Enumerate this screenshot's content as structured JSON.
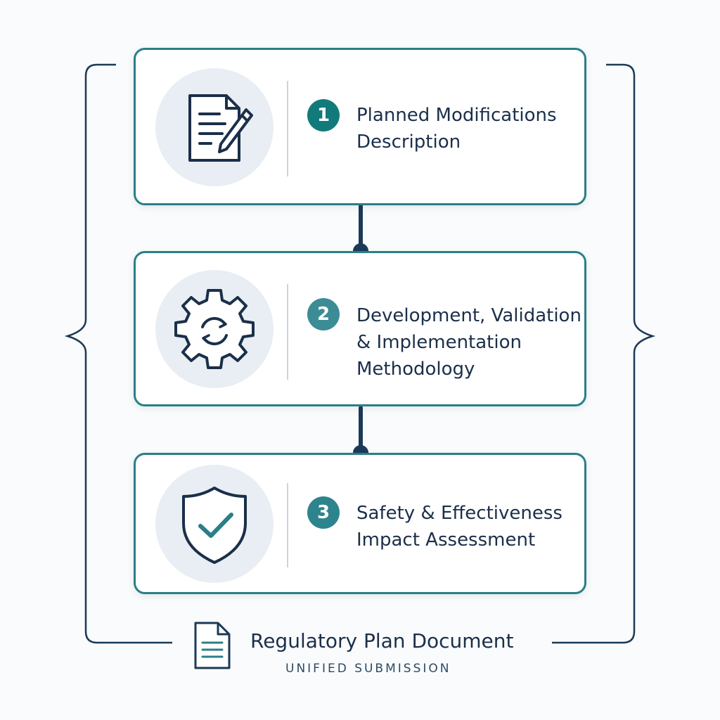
{
  "steps": [
    {
      "number": "1",
      "title": "Planned Modifications\nDescription",
      "icon": "document-edit-icon"
    },
    {
      "number": "2",
      "title": "Development, Validation\n& Implementation\nMethodology",
      "icon": "gear-cycle-icon"
    },
    {
      "number": "3",
      "title": "Safety & Effectiveness\nImpact Assessment",
      "icon": "shield-check-icon"
    }
  ],
  "footer": {
    "title": "Regulatory Plan Document",
    "subtitle": "UNIFIED SUBMISSION",
    "icon": "document-icon"
  },
  "colors": {
    "card_border": "#2a7f88",
    "connector": "#1b3a57",
    "text": "#1b2f4a",
    "accent_teal": "#137a7b",
    "icon_bg": "#e8eef3"
  }
}
